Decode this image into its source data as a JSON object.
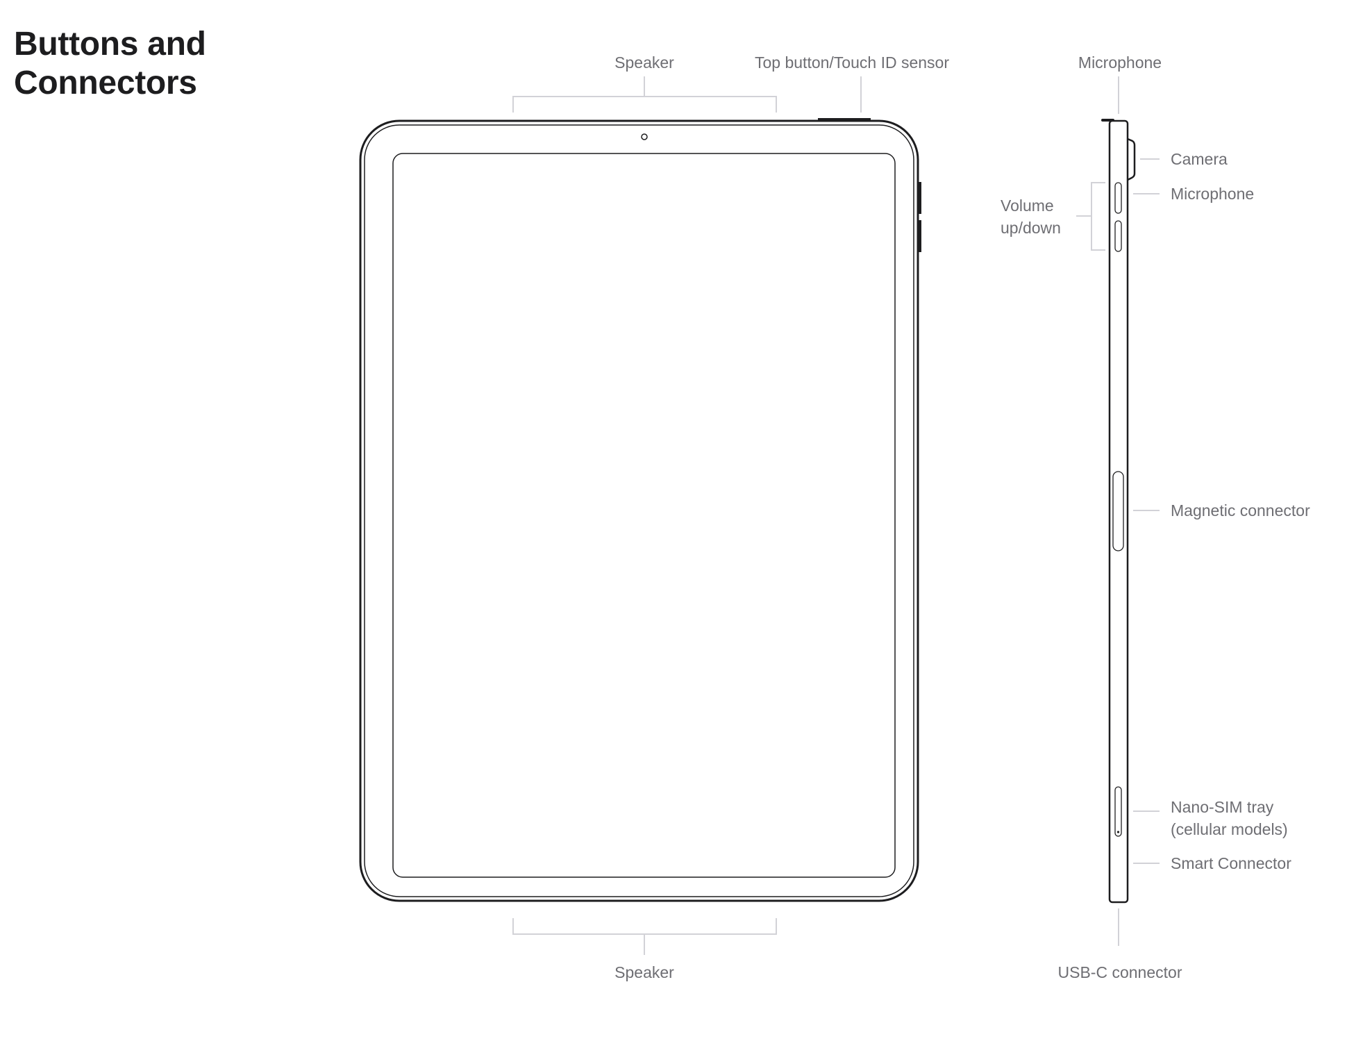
{
  "title": {
    "line1": "Buttons and",
    "line2": "Connectors"
  },
  "front_view": {
    "labels": {
      "speaker_top": "Speaker",
      "top_button": "Top button/Touch ID sensor",
      "speaker_bottom": "Speaker"
    }
  },
  "side_view": {
    "labels": {
      "microphone_top": "Microphone",
      "camera": "Camera",
      "microphone_side": "Microphone",
      "volume_line1": "Volume",
      "volume_line2": "up/down",
      "magnetic_connector": "Magnetic connector",
      "nano_sim_line1": "Nano-SIM tray",
      "nano_sim_line2": "(cellular models)",
      "smart_connector": "Smart Connector",
      "usb_c": "USB-C connector"
    }
  },
  "colors": {
    "device_stroke": "#1d1d1f",
    "leader_line": "#d2d2d7",
    "label_text": "#6e6e73",
    "title_text": "#1d1d1f"
  }
}
